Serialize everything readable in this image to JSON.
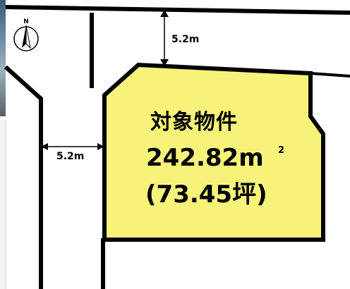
{
  "map": {
    "compass": {
      "icon": "north-arrow-icon",
      "letter": "N"
    },
    "north_road": {
      "width_label": "5.2m"
    },
    "west_road": {
      "width_label": "5.2m"
    },
    "lot": {
      "title": "対象物件",
      "area": "242.82㎡",
      "area_number": "242.82",
      "area_unit": "m",
      "area_unit_superscript": "2",
      "tsubo": "(73.45坪)",
      "fill_color": "#f7f37a",
      "outline_color": "#000000"
    },
    "colors": {
      "road_line": "#000000",
      "background": "#ffffff"
    }
  }
}
